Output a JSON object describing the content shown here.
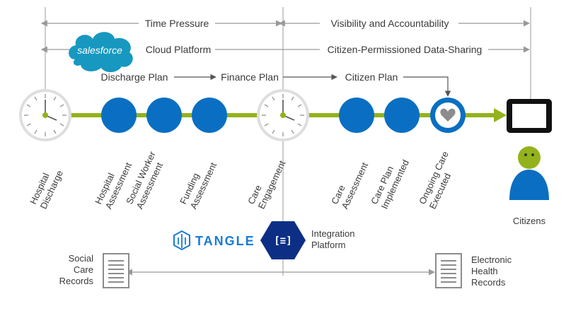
{
  "bands": {
    "time_pressure": "Time Pressure",
    "visibility": "Visibility and Accountability",
    "cloud_platform": "Cloud Platform",
    "data_sharing": "Citizen-Permissioned Data-Sharing"
  },
  "salesforce_logo": "salesforce",
  "plans": {
    "discharge": "Discharge Plan",
    "finance": "Finance Plan",
    "citizen": "Citizen Plan"
  },
  "stages": [
    {
      "line1": "Hospital",
      "line2": "Discharge",
      "kind": "clock"
    },
    {
      "line1": "Hospital",
      "line2": "Assessment",
      "kind": "dot"
    },
    {
      "line1": "Social Worker",
      "line2": "Assessment",
      "kind": "dot"
    },
    {
      "line1": "Funding",
      "line2": "Assessment",
      "kind": "dot"
    },
    {
      "line1": "Care",
      "line2": "Engagement",
      "kind": "clock"
    },
    {
      "line1": "Care",
      "line2": "Assessment",
      "kind": "dot"
    },
    {
      "line1": "Care Plan",
      "line2": "Implemented",
      "kind": "dot"
    },
    {
      "line1": "Ongoing Care",
      "line2": "Executed",
      "kind": "heart"
    }
  ],
  "citizens_label": "Citizens",
  "tangle": {
    "brand": "TANGLE",
    "hex_glyph": "[≡]",
    "line1": "Integration",
    "line2": "Platform"
  },
  "social_care": {
    "line1": "Social",
    "line2": "Care",
    "line3": "Records"
  },
  "ehr": {
    "line1": "Electronic",
    "line2": "Health",
    "line3": "Records"
  },
  "colors": {
    "blue": "#0a6fc2",
    "green": "#93b21b",
    "navy": "#0c2f85",
    "sky": "#1798c1",
    "grey_line": "#999999"
  }
}
